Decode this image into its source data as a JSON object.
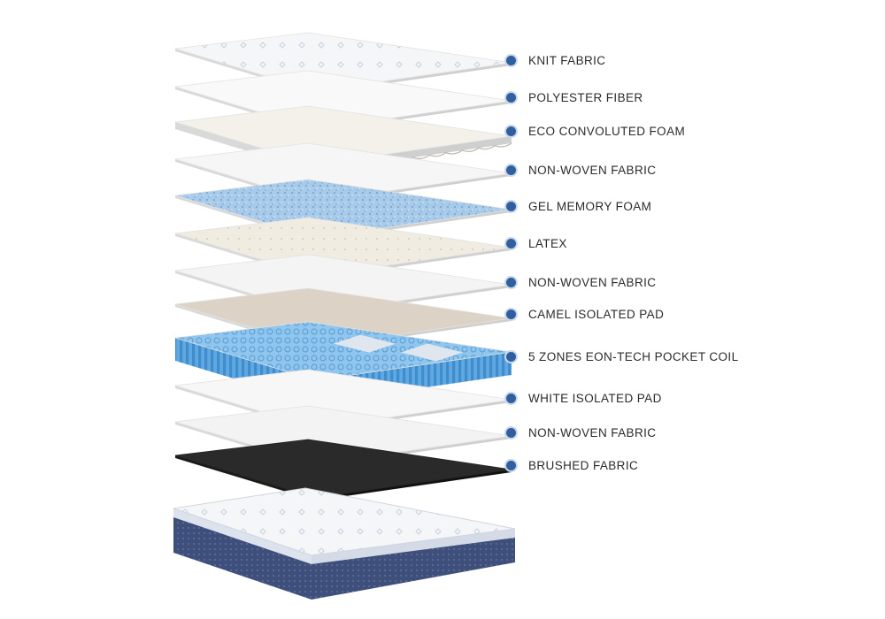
{
  "layers": [
    {
      "label": "KNIT FABRIC",
      "type": "knit",
      "color": "#f4f6f8"
    },
    {
      "label": "POLYESTER FIBER",
      "type": "plain",
      "color": "#f9f9f9"
    },
    {
      "label": "ECO CONVOLUTED FOAM",
      "type": "convoluted",
      "color": "#f3f1ea"
    },
    {
      "label": "NON-WOVEN FABRIC",
      "type": "plain",
      "color": "#f6f6f6"
    },
    {
      "label": "GEL MEMORY FOAM",
      "type": "gel",
      "color": "#a9cbea"
    },
    {
      "label": "LATEX",
      "type": "latex",
      "color": "#f1ece1"
    },
    {
      "label": "NON-WOVEN FABRIC",
      "type": "plain",
      "color": "#f4f4f4"
    },
    {
      "label": "CAMEL ISOLATED PAD",
      "type": "camel",
      "color": "#dcd3c6"
    },
    {
      "label": "5 ZONES EON-TECH POCKET COIL",
      "type": "coil",
      "color": "#5fa9e0"
    },
    {
      "label": "WHITE ISOLATED PAD",
      "type": "plain",
      "color": "#f7f7f7"
    },
    {
      "label": "NON-WOVEN FABRIC",
      "type": "plain",
      "color": "#f3f3f3"
    },
    {
      "label": "BRUSHED FABRIC",
      "type": "brushed",
      "color": "#2a2a2a"
    }
  ],
  "colors": {
    "marker": "#2f5f9e",
    "mattress_top": "#eef1f5",
    "mattress_side": "#3d4f7a"
  }
}
